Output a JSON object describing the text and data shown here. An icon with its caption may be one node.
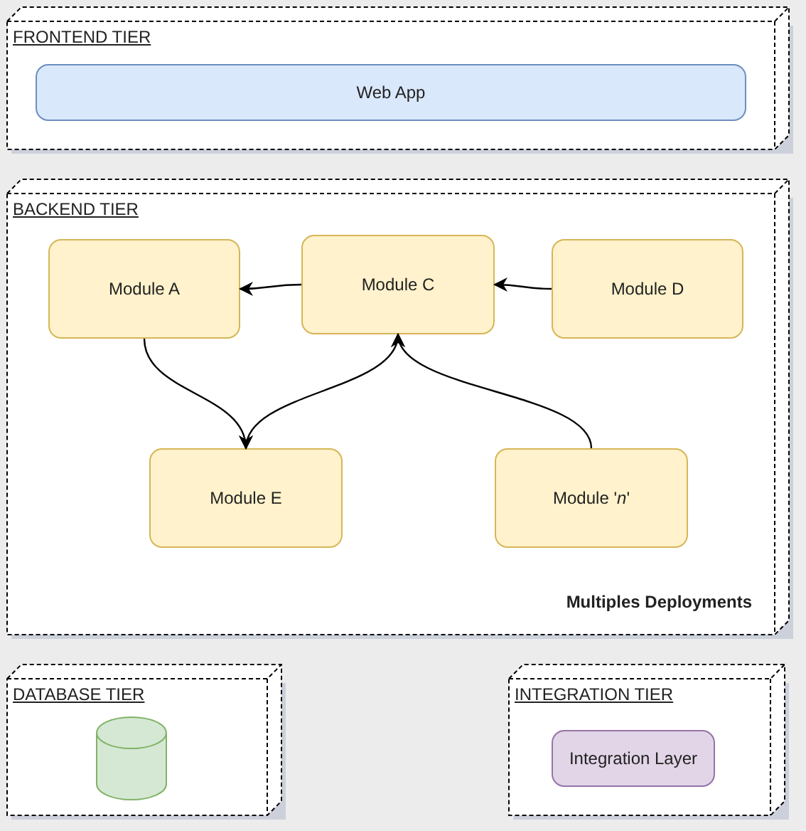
{
  "diagram": {
    "nodes": [
      {
        "text": [
          "FRONTEND TIER"
        ]
      },
      {
        "text": [
          "Web App"
        ],
        "in": 0
      },
      {
        "text": [
          "BACKEND TIER",
          "Multiples Deployments"
        ]
      },
      {
        "text": [
          "Module A"
        ],
        "in": 2
      },
      {
        "text": [
          "Module C"
        ],
        "in": 2
      },
      {
        "text": [
          "Module D"
        ],
        "in": 2
      },
      {
        "text": [
          "Module E"
        ],
        "in": 2
      },
      {
        "text": [
          "Module '*n*'"
        ],
        "in": 2
      },
      {
        "text": [
          "DATABASE TIER"
        ]
      },
      {
        "text": [],
        "shape": "cylinder",
        "in": 8
      },
      {
        "text": [
          "INTEGRATION TIER"
        ]
      },
      {
        "text": [
          "Integration Layer"
        ],
        "in": 10
      }
    ],
    "edges": [
      {
        "from": 4,
        "to": 3,
        "arrow": "to"
      },
      {
        "from": 5,
        "to": 4,
        "arrow": "to"
      },
      {
        "from": 3,
        "to": 6,
        "arrow": "to"
      },
      {
        "from": 4,
        "to": 6,
        "arrow": "both"
      },
      {
        "from": 7,
        "to": 4,
        "arrow": "to"
      }
    ]
  }
}
